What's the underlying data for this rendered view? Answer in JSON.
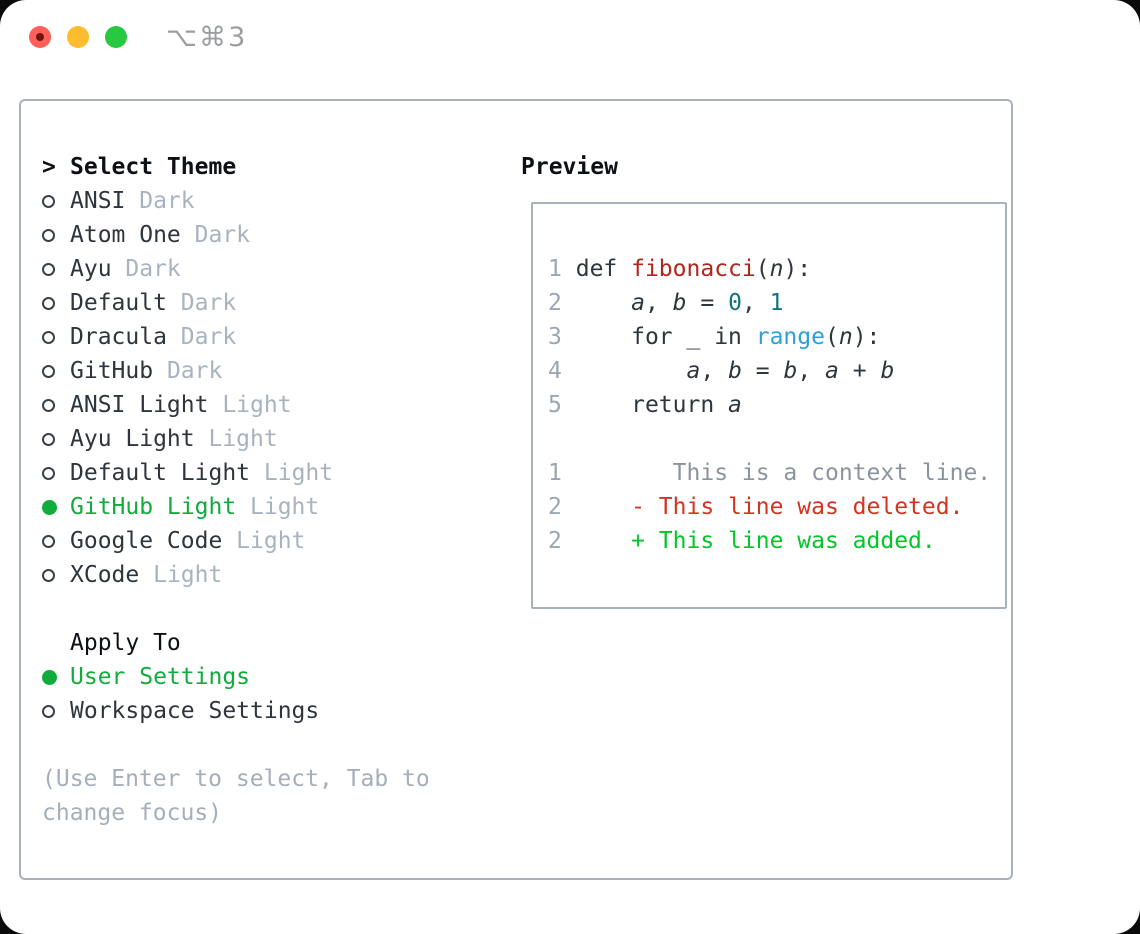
{
  "titlebar": {
    "shortcut_label": "⌥⌘3"
  },
  "panel": {
    "theme_menu": {
      "cursor": ">",
      "title": "Select Theme",
      "items": [
        {
          "name": "ANSI",
          "variant": "Dark",
          "selected": false
        },
        {
          "name": "Atom One",
          "variant": "Dark",
          "selected": false
        },
        {
          "name": "Ayu",
          "variant": "Dark",
          "selected": false
        },
        {
          "name": "Default",
          "variant": "Dark",
          "selected": false
        },
        {
          "name": "Dracula",
          "variant": "Dark",
          "selected": false
        },
        {
          "name": "GitHub",
          "variant": "Dark",
          "selected": false
        },
        {
          "name": "ANSI Light",
          "variant": "Light",
          "selected": false
        },
        {
          "name": "Ayu Light",
          "variant": "Light",
          "selected": false
        },
        {
          "name": "Default Light",
          "variant": "Light",
          "selected": false
        },
        {
          "name": "GitHub Light",
          "variant": "Light",
          "selected": true
        },
        {
          "name": "Google Code",
          "variant": "Light",
          "selected": false
        },
        {
          "name": "XCode",
          "variant": "Light",
          "selected": false
        }
      ]
    },
    "apply_to": {
      "title": "Apply To",
      "options": [
        {
          "name": "User Settings",
          "selected": true
        },
        {
          "name": "Workspace Settings",
          "selected": false
        }
      ]
    },
    "help": {
      "line1": "(Use Enter to select, Tab to",
      "line2": "change focus)"
    },
    "preview": {
      "title": "Preview",
      "lines": [
        {
          "no": "1",
          "tokens": [
            {
              "t": "def ",
              "c": "plain"
            },
            {
              "t": "fibonacci",
              "c": "func"
            },
            {
              "t": "(",
              "c": "plain"
            },
            {
              "t": "n",
              "c": "var"
            },
            {
              "t": "):",
              "c": "plain"
            }
          ]
        },
        {
          "no": "2",
          "tokens": [
            {
              "t": "    ",
              "c": "plain"
            },
            {
              "t": "a",
              "c": "var"
            },
            {
              "t": ", ",
              "c": "plain"
            },
            {
              "t": "b",
              "c": "var"
            },
            {
              "t": " = ",
              "c": "plain"
            },
            {
              "t": "0",
              "c": "num"
            },
            {
              "t": ", ",
              "c": "plain"
            },
            {
              "t": "1",
              "c": "num"
            }
          ]
        },
        {
          "no": "3",
          "tokens": [
            {
              "t": "    for _ in ",
              "c": "plain"
            },
            {
              "t": "range",
              "c": "builtin"
            },
            {
              "t": "(",
              "c": "plain"
            },
            {
              "t": "n",
              "c": "var"
            },
            {
              "t": "):",
              "c": "plain"
            }
          ]
        },
        {
          "no": "4",
          "tokens": [
            {
              "t": "        ",
              "c": "plain"
            },
            {
              "t": "a",
              "c": "var"
            },
            {
              "t": ", ",
              "c": "plain"
            },
            {
              "t": "b",
              "c": "var"
            },
            {
              "t": " = ",
              "c": "plain"
            },
            {
              "t": "b",
              "c": "var"
            },
            {
              "t": ", ",
              "c": "plain"
            },
            {
              "t": "a",
              "c": "var"
            },
            {
              "t": " + ",
              "c": "plain"
            },
            {
              "t": "b",
              "c": "var"
            }
          ]
        },
        {
          "no": "5",
          "tokens": [
            {
              "t": "    return ",
              "c": "plain"
            },
            {
              "t": "a",
              "c": "var"
            }
          ]
        },
        {
          "no": "",
          "tokens": []
        },
        {
          "no": "1",
          "tokens": [
            {
              "t": "       This is a context line.",
              "c": "ctx"
            }
          ]
        },
        {
          "no": "2",
          "tokens": [
            {
              "t": "    - This line was deleted.",
              "c": "del"
            }
          ]
        },
        {
          "no": "2",
          "tokens": [
            {
              "t": "    + This line was added.",
              "c": "add"
            }
          ]
        }
      ]
    }
  },
  "colors": {
    "header": "#0d1116",
    "item": "#2e353c",
    "suffix": "#a9b3c0",
    "help": "#a5aeba",
    "green": "#10ac3c",
    "ring": "#3a4148",
    "border": "#a9b2bb",
    "lineno": "#9ba6b2",
    "plain": "#2f363d",
    "func": "#b2251c",
    "num": "#0e7580",
    "builtin": "#2da0d6",
    "ctx": "#8b949e",
    "del": "#d2341f",
    "add": "#06c52b",
    "shortcut": "#9b9fa3",
    "tl_red": "#ff5f57",
    "tl_red_dot": "#6e1410",
    "tl_yellow": "#febc2e",
    "tl_green": "#28c840"
  }
}
